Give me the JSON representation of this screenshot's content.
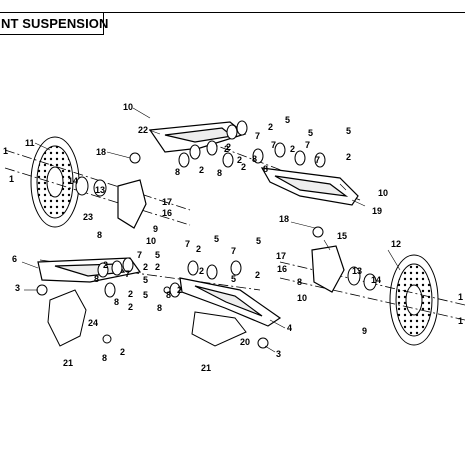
{
  "title": "NT SUSPENSION",
  "callouts": [
    {
      "id": "c-10a",
      "text": "10"
    },
    {
      "id": "c-22",
      "text": "22"
    },
    {
      "id": "c-7a",
      "text": "7"
    },
    {
      "id": "c-5a",
      "text": "5"
    },
    {
      "id": "c-5b",
      "text": "5"
    },
    {
      "id": "c-5c",
      "text": "5"
    },
    {
      "id": "c-2a",
      "text": "2"
    },
    {
      "id": "c-7b",
      "text": "7"
    },
    {
      "id": "c-2b",
      "text": "2"
    },
    {
      "id": "c-8a",
      "text": "8"
    },
    {
      "id": "c-2c",
      "text": "2"
    },
    {
      "id": "c-7c",
      "text": "7"
    },
    {
      "id": "c-2d",
      "text": "2"
    },
    {
      "id": "c-7d",
      "text": "7"
    },
    {
      "id": "c-8b",
      "text": "8"
    },
    {
      "id": "c-2e",
      "text": "2"
    },
    {
      "id": "c-2f",
      "text": "2"
    },
    {
      "id": "c-8c",
      "text": "8"
    },
    {
      "id": "c-2g",
      "text": "2"
    },
    {
      "id": "c-8d",
      "text": "8"
    },
    {
      "id": "c-2h",
      "text": "2"
    },
    {
      "id": "c-18a",
      "text": "18"
    },
    {
      "id": "c-11",
      "text": "11"
    },
    {
      "id": "c-1a",
      "text": "1"
    },
    {
      "id": "c-1b",
      "text": "1"
    },
    {
      "id": "c-14a",
      "text": "14"
    },
    {
      "id": "c-13a",
      "text": "13"
    },
    {
      "id": "c-17a",
      "text": "17"
    },
    {
      "id": "c-16a",
      "text": "16"
    },
    {
      "id": "c-23",
      "text": "23"
    },
    {
      "id": "c-9a",
      "text": "9"
    },
    {
      "id": "c-8e",
      "text": "8"
    },
    {
      "id": "c-10b",
      "text": "10"
    },
    {
      "id": "c-10c",
      "text": "10"
    },
    {
      "id": "c-19",
      "text": "19"
    },
    {
      "id": "c-7e",
      "text": "7"
    },
    {
      "id": "c-2i",
      "text": "2"
    },
    {
      "id": "c-5d",
      "text": "5"
    },
    {
      "id": "c-7f",
      "text": "7"
    },
    {
      "id": "c-5e",
      "text": "5"
    },
    {
      "id": "c-18b",
      "text": "18"
    },
    {
      "id": "c-15",
      "text": "15"
    },
    {
      "id": "c-12",
      "text": "12"
    },
    {
      "id": "c-6",
      "text": "6"
    },
    {
      "id": "c-3a",
      "text": "3"
    },
    {
      "id": "c-8f",
      "text": "8"
    },
    {
      "id": "c-2j",
      "text": "2"
    },
    {
      "id": "c-7g",
      "text": "7"
    },
    {
      "id": "c-2k",
      "text": "2"
    },
    {
      "id": "c-7h",
      "text": "7"
    },
    {
      "id": "c-5f",
      "text": "5"
    },
    {
      "id": "c-2l",
      "text": "2"
    },
    {
      "id": "c-5g",
      "text": "5"
    },
    {
      "id": "c-8g",
      "text": "8"
    },
    {
      "id": "c-2m",
      "text": "2"
    },
    {
      "id": "c-2n",
      "text": "2"
    },
    {
      "id": "c-8h",
      "text": "8"
    },
    {
      "id": "c-2o",
      "text": "2"
    },
    {
      "id": "c-2p",
      "text": "2"
    },
    {
      "id": "c-5h",
      "text": "5"
    },
    {
      "id": "c-17b",
      "text": "17"
    },
    {
      "id": "c-16b",
      "text": "16"
    },
    {
      "id": "c-8i",
      "text": "8"
    },
    {
      "id": "c-10d",
      "text": "10"
    },
    {
      "id": "c-13b",
      "text": "13"
    },
    {
      "id": "c-14b",
      "text": "14"
    },
    {
      "id": "c-1c",
      "text": "1"
    },
    {
      "id": "c-1d",
      "text": "1"
    },
    {
      "id": "c-4",
      "text": "4"
    },
    {
      "id": "c-24",
      "text": "24"
    },
    {
      "id": "c-21a",
      "text": "21"
    },
    {
      "id": "c-8j",
      "text": "8"
    },
    {
      "id": "c-2q",
      "text": "2"
    },
    {
      "id": "c-20",
      "text": "20"
    },
    {
      "id": "c-21b",
      "text": "21"
    },
    {
      "id": "c-3b",
      "text": "3"
    },
    {
      "id": "c-9b",
      "text": "9"
    },
    {
      "id": "c-8k",
      "text": "8"
    },
    {
      "id": "c-2r",
      "text": "2"
    },
    {
      "id": "c-5i",
      "text": "5"
    }
  ]
}
